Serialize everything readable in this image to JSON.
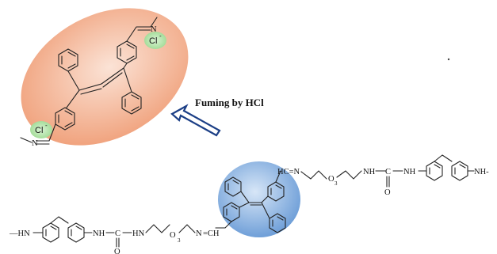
{
  "colors": {
    "orange_halo": "#f0a07a",
    "blue_halo": "#6f9fd8",
    "cl_halo": "#9bd88f",
    "arrow_stroke": "#1c3f86"
  },
  "icons": {
    "arrow": "hollow-arrow-up-left"
  },
  "arrow_label": "Fuming by HCl",
  "labels": {
    "cl": "Cl",
    "minus": "-",
    "n": "N",
    "hn": "HN",
    "nh": "NH",
    "nh_end": "NH-",
    "hn_start": "—HN",
    "c": "C",
    "o": "O",
    "three": "3",
    "hc_eq_n": "HC=N",
    "eq_ch": "=CH"
  }
}
